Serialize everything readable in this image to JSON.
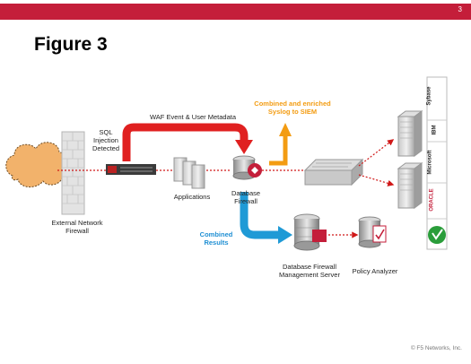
{
  "slide": {
    "page_number": "3",
    "title": "Figure 3",
    "copyright": "© F5 Networks, Inc."
  },
  "labels": {
    "waf_event": "WAF Event & User Metadata",
    "sql_injection": "SQL\nInjection\nDetected",
    "combined_syslog": "Combined and enriched\nSyslog to SIEM",
    "applications": "Applications",
    "database_firewall": "Database\nFirewall",
    "external_firewall": "External  Network\nFirewall",
    "combined_results": "Combined\nResults",
    "mgmt_server": "Database Firewall\nManagement Server",
    "policy_analyzer": "Policy Analyzer"
  },
  "vendors": [
    "Sybase",
    "IBM",
    "Microsoft",
    "ORACLE"
  ],
  "colors": {
    "brand_red": "#c41e3a",
    "red_arrow": "#e02020",
    "orange_arrow": "#f39c12",
    "blue_arrow": "#1f9ad6"
  },
  "icons": [
    "cloud-icon",
    "firewall-wall-icon",
    "appliance-icon",
    "servers-icon",
    "database-firewall-icon",
    "switch-icon",
    "server-tower-icon",
    "database-icon",
    "analyzer-icon"
  ]
}
